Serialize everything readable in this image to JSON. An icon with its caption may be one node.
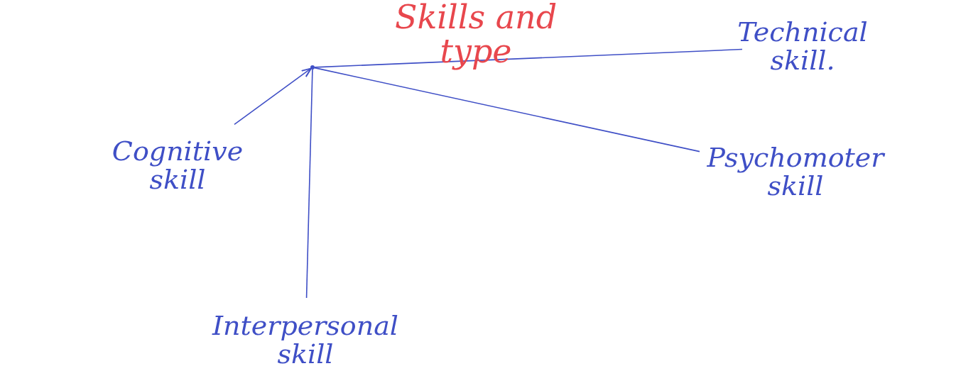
{
  "diagram": {
    "title": "Skills and type",
    "nodes": [
      {
        "text": [],
        "shape": "point"
      },
      {
        "text": [
          "Technical skill."
        ]
      },
      {
        "text": [
          "Cognitive skill"
        ]
      },
      {
        "text": [
          "Psychomoter skill"
        ]
      },
      {
        "text": [
          "Interpersonal skill"
        ]
      }
    ],
    "edges": [
      {
        "from": 0,
        "to": 1,
        "arrow": "none"
      },
      {
        "from": 2,
        "to": 0,
        "arrow": "to"
      },
      {
        "from": 0,
        "to": 3,
        "arrow": "none"
      },
      {
        "from": 0,
        "to": 4,
        "arrow": "none"
      }
    ]
  }
}
